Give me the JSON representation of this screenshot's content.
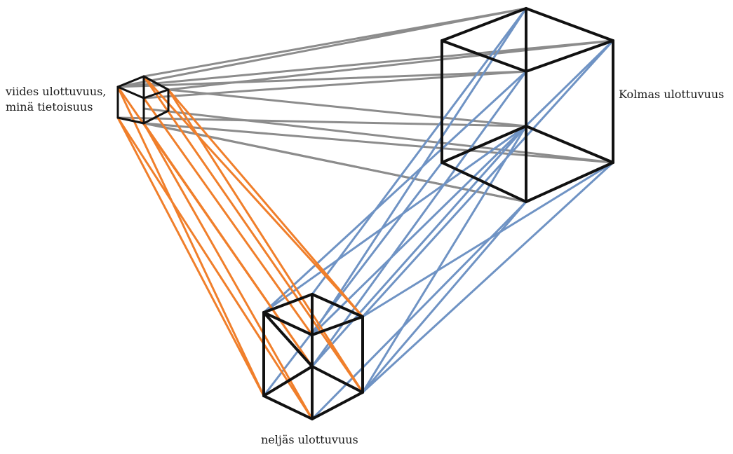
{
  "labels": {
    "fifth_line1": "viides ulottuvuus,",
    "fifth_line2": "minä tietoisuus",
    "third": "Kolmas ulottuvuus",
    "fourth": "neljäs ulottuvuus"
  },
  "colors": {
    "cube_edges": "#111111",
    "fifth_to_third_lines": "#8c8c8c",
    "fifth_to_fourth_lines": "#f07f2b",
    "fourth_to_third_lines": "#6f93c4"
  }
}
